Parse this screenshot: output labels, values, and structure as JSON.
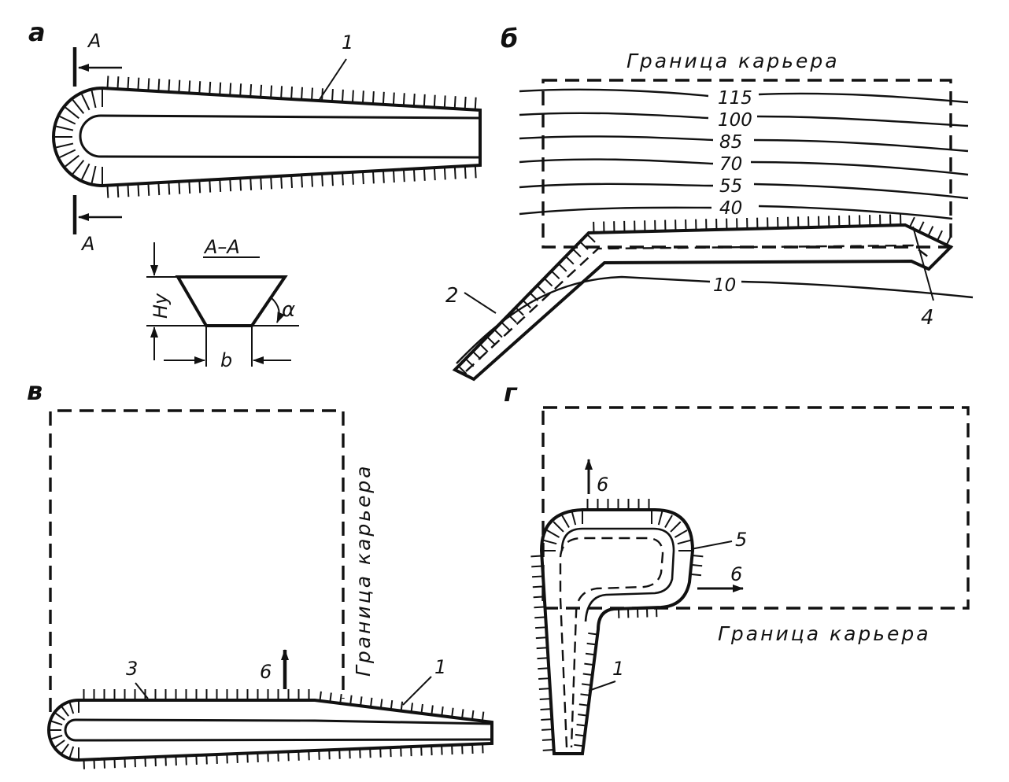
{
  "panels": {
    "a": {
      "letter": "а",
      "section_mark": "A",
      "section_title": "A–A",
      "callout_1": "1",
      "height_label": "Hy",
      "angle_label": "α",
      "width_label": "b"
    },
    "b": {
      "letter": "б",
      "boundary_label": "Граница карьера",
      "contours": [
        "115",
        "100",
        "85",
        "70",
        "55",
        "40",
        "10"
      ],
      "callout_2": "2",
      "callout_4": "4"
    },
    "v": {
      "letter": "в",
      "boundary_label": "Граница карьера",
      "callout_3": "3",
      "callout_1": "1",
      "arrow_label": "6"
    },
    "g": {
      "letter": "г",
      "boundary_label": "Граница карьера",
      "callout_5": "5",
      "callout_1": "1",
      "arrow_label_up": "6",
      "arrow_label_right": "6"
    }
  },
  "colors": {
    "ink": "#111111",
    "paper": "#ffffff"
  }
}
